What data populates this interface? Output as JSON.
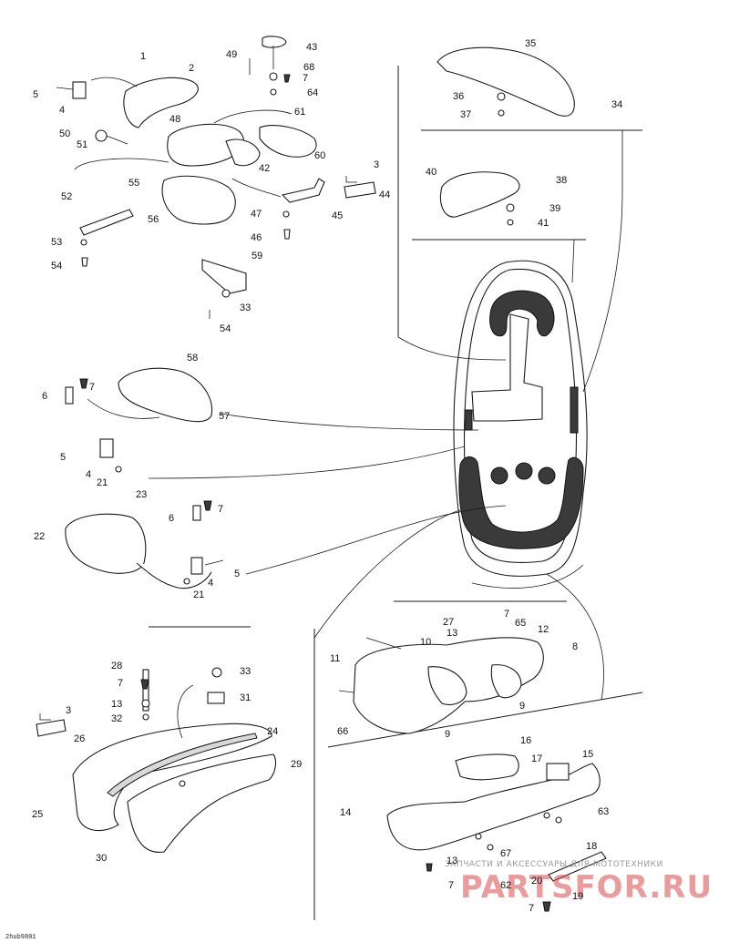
{
  "figure_ref": "2hub9801",
  "watermark": {
    "caption": "ЗАПЧАСТИ И АКСЕССУАРЫ ДЛЯ МОТОТЕХНИКИ",
    "logo": "PARTSFOR.RU"
  },
  "callouts": {
    "c1": "1",
    "c2": "2",
    "c3a": "3",
    "c3b": "3",
    "c4a": "4",
    "c4b": "4",
    "c4c": "4",
    "c5a": "5",
    "c5b": "5",
    "c5c": "5",
    "c6a": "6",
    "c6b": "6",
    "c7a": "7",
    "c7b": "7",
    "c7c": "7",
    "c7d": "7",
    "c7e": "7",
    "c7f": "7",
    "c7g": "7",
    "c8": "8",
    "c9a": "9",
    "c9b": "9",
    "c10": "10",
    "c11": "11",
    "c12": "12",
    "c13a": "13",
    "c13b": "13",
    "c13c": "13",
    "c14": "14",
    "c15": "15",
    "c16": "16",
    "c17": "17",
    "c18": "18",
    "c19": "19",
    "c20": "20",
    "c21a": "21",
    "c21b": "21",
    "c22": "22",
    "c23": "23",
    "c24": "24",
    "c25": "25",
    "c26": "26",
    "c27": "27",
    "c28": "28",
    "c29": "29",
    "c30": "30",
    "c31": "31",
    "c32": "32",
    "c33a": "33",
    "c33b": "33",
    "c34": "34",
    "c35": "35",
    "c36": "36",
    "c37": "37",
    "c38": "38",
    "c39": "39",
    "c40": "40",
    "c41": "41",
    "c42": "42",
    "c43": "43",
    "c44": "44",
    "c45": "45",
    "c46": "46",
    "c47": "47",
    "c48": "48",
    "c49": "49",
    "c50": "50",
    "c51": "51",
    "c52": "52",
    "c53": "53",
    "c54a": "54",
    "c54b": "54",
    "c55": "55",
    "c56": "56",
    "c57": "57",
    "c58": "58",
    "c59": "59",
    "c60": "60",
    "c61": "61",
    "c62": "62",
    "c63": "63",
    "c64": "64",
    "c65": "65",
    "c66": "66",
    "c67": "67",
    "c68": "68"
  }
}
